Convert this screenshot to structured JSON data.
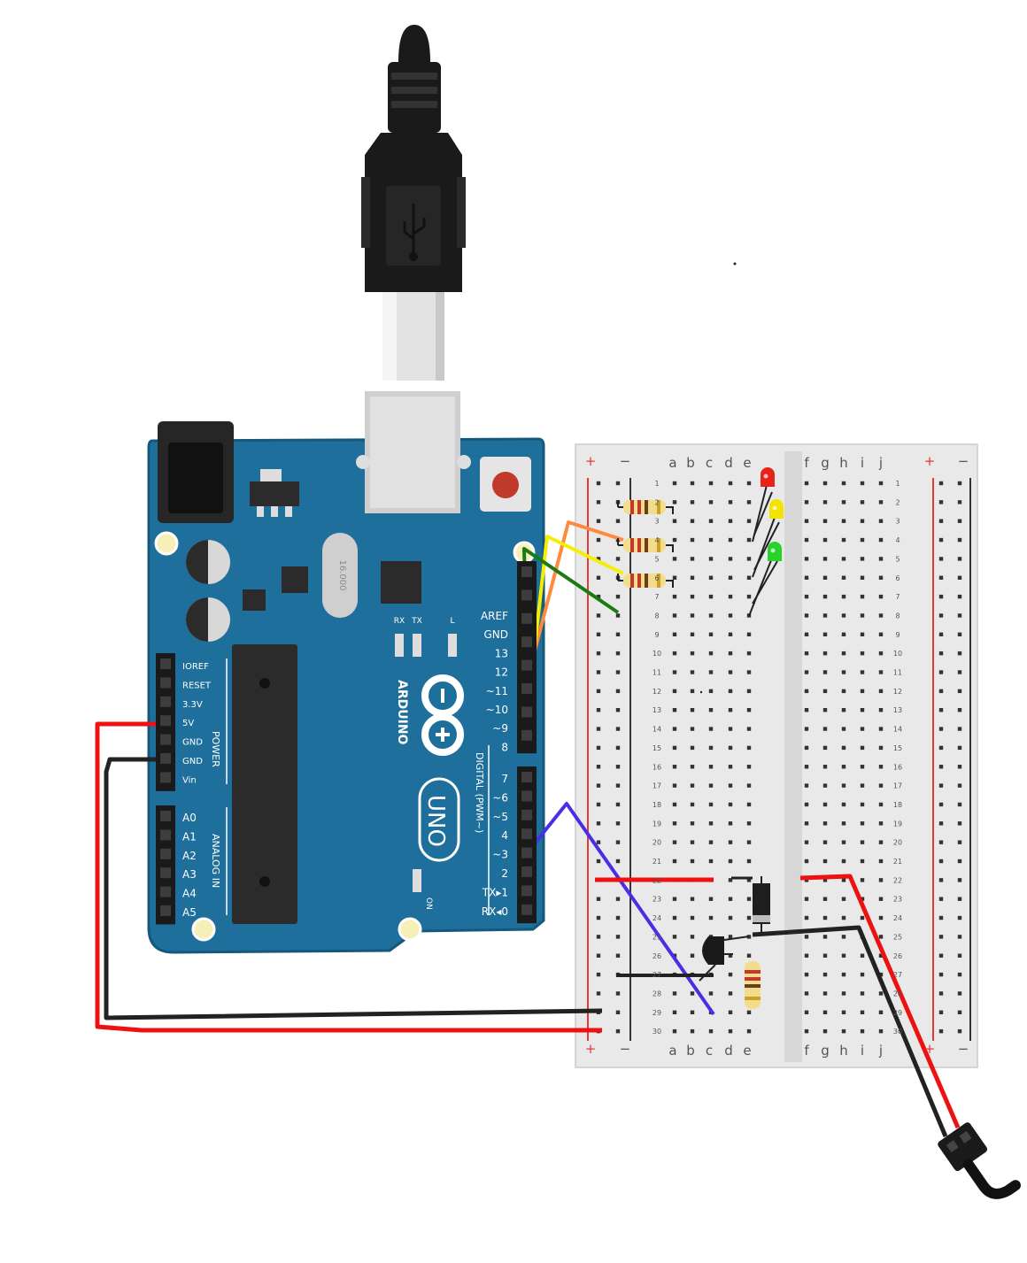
{
  "arduino": {
    "brand": "ARDUINO",
    "model": "UNO",
    "power_header_title": "POWER",
    "analog_header_title": "ANALOG IN",
    "digital_header_title": "DIGITAL (PWM~)",
    "power_pins": [
      "IOREF",
      "RESET",
      "3.3V",
      "5V",
      "GND",
      "GND",
      "Vin"
    ],
    "analog_pins": [
      "A0",
      "A1",
      "A2",
      "A3",
      "A4",
      "A5"
    ],
    "digital_top_pins": [
      "AREF",
      "GND",
      "13",
      "12",
      "~11",
      "~10",
      "~9",
      "8"
    ],
    "digital_bottom_pins": [
      "7",
      "~6",
      "~5",
      "4",
      "~3",
      "2",
      "TX▸1",
      "RX◂0"
    ],
    "led_labels": [
      "RX",
      "TX",
      "L"
    ],
    "on_label": "ON",
    "crystal_label": "16.000"
  },
  "breadboard": {
    "columns_left": [
      "a",
      "b",
      "c",
      "d",
      "e"
    ],
    "columns_right": [
      "f",
      "g",
      "h",
      "i",
      "j"
    ],
    "rail_plus": "+",
    "rail_minus": "−",
    "row_count": 30
  },
  "components": {
    "leds": [
      {
        "name": "red-led",
        "color": "#e8231b"
      },
      {
        "name": "yellow-led",
        "color": "#f2e300"
      },
      {
        "name": "green-led",
        "color": "#27d32b"
      }
    ],
    "resistor_color": "#f3dc8c",
    "transistor": "npn-transistor",
    "diode": "diode",
    "motor_connector": "dc-motor-connector"
  },
  "wires": {
    "red": "#ee1111",
    "black": "#222222",
    "orange": "#ff8a3d",
    "yellow": "#f6ee00",
    "green": "#1b7a12",
    "blue": "#4a2ee6"
  },
  "colors": {
    "board": "#1e6f9b",
    "board_edge": "#16587c",
    "breadboard": "#e9e9e9",
    "hole": "#333333"
  }
}
